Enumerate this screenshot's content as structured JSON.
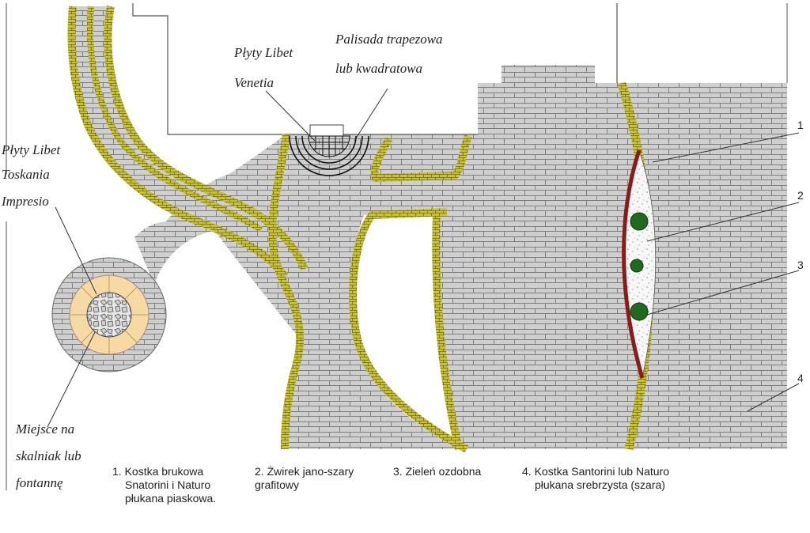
{
  "labels": {
    "libet_venetia": [
      "Płyty Libet",
      "Venetia"
    ],
    "palisada": [
      "Palisada trapezowa",
      "lub kwadratowa"
    ],
    "libet_toskania": [
      "Płyty Libet",
      "Toskania",
      "Impresio"
    ],
    "skalniak": [
      "Miejsce na",
      "skalniak lub",
      "fontannę"
    ]
  },
  "callouts": [
    "1",
    "2",
    "3",
    "4"
  ],
  "legend": [
    {
      "lines": [
        "1. Kostka brukowa",
        "Snatorini i Naturo",
        "płukana piaskowa."
      ]
    },
    {
      "lines": [
        "2. Żwirek jano-szary",
        "grafitowy"
      ]
    },
    {
      "lines": [
        "3. Zieleń ozdobna"
      ]
    },
    {
      "lines": [
        "4. Kostka Santorini lub Naturo",
        "płukana srebrzysta (szara)"
      ]
    }
  ],
  "colors": {
    "paving": "#cfcfcf",
    "brick_line": "#7e7e7e",
    "sand_border": "#c8c23a",
    "sand_dark": "#6f6a10",
    "gravel": "#f7f7f7",
    "greenery": "#1f6a1f",
    "palisade": "#8b1a1a",
    "ring": "#f7d9a4"
  }
}
